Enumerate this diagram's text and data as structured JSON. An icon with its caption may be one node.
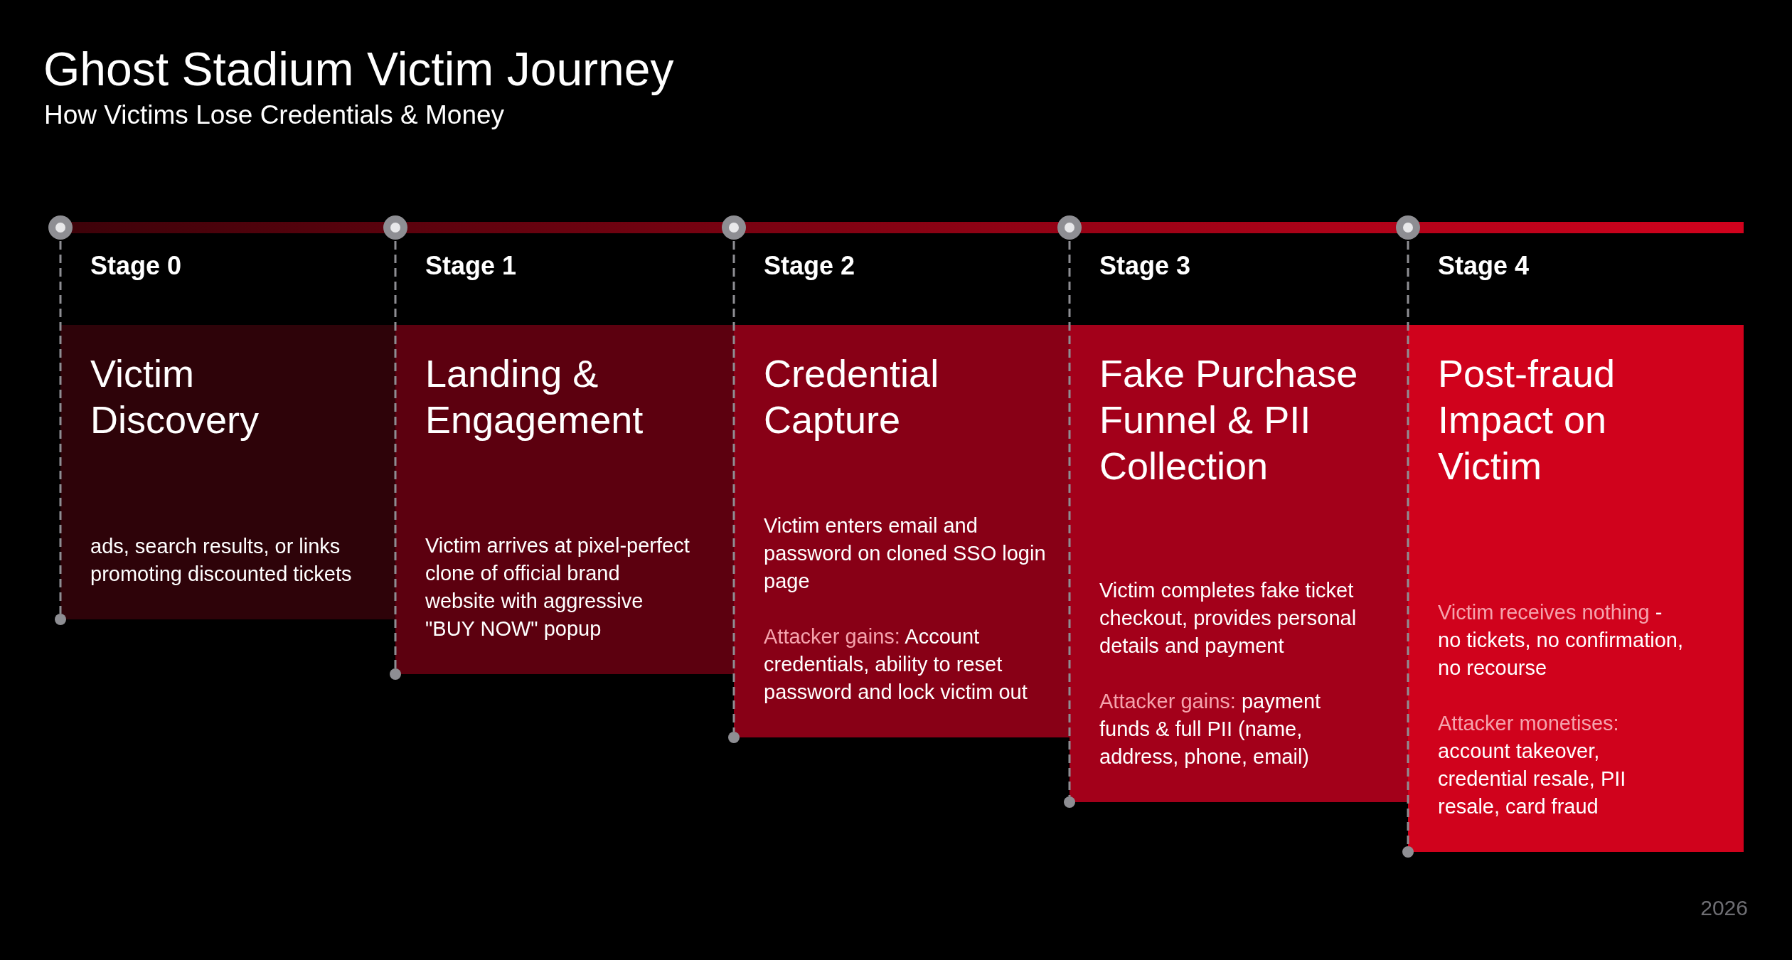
{
  "diagram": {
    "title": "Ghost Stadium Victim Journey",
    "nodes": [
      {
        "text": [
          "Stage 0",
          "Victim Discovery",
          "ads, search results, or links promoting discounted tickets"
        ]
      },
      {
        "text": [
          "Stage 1",
          "Landing & Engagement",
          "Victim arrives at pixel-perfect clone of official brand website with aggressive \"BUY NOW\" popup"
        ]
      },
      {
        "text": [
          "Stage 2",
          "Credential Capture",
          "Victim enters email and password on cloned SSO login page",
          "Attacker gains: Account credentials, ability to reset password and lock victim out"
        ]
      },
      {
        "text": [
          "Stage 3",
          "Fake Purchase Funnel & PII Collection",
          "Victim completes fake ticket checkout, provides personal details and payment",
          "Attacker gains: payment funds & full PII (name, address, phone, email)"
        ]
      },
      {
        "text": [
          "Stage 4",
          "Post-fraud Impact on Victim",
          "Victim receives nothing - no tickets, no confirmation, no recourse",
          "Attacker monetises: account takeover, credential resale, PII resale, card fraud"
        ]
      }
    ],
    "labels": [
      "How Victims Lose Credentials & Money",
      "2026"
    ]
  }
}
